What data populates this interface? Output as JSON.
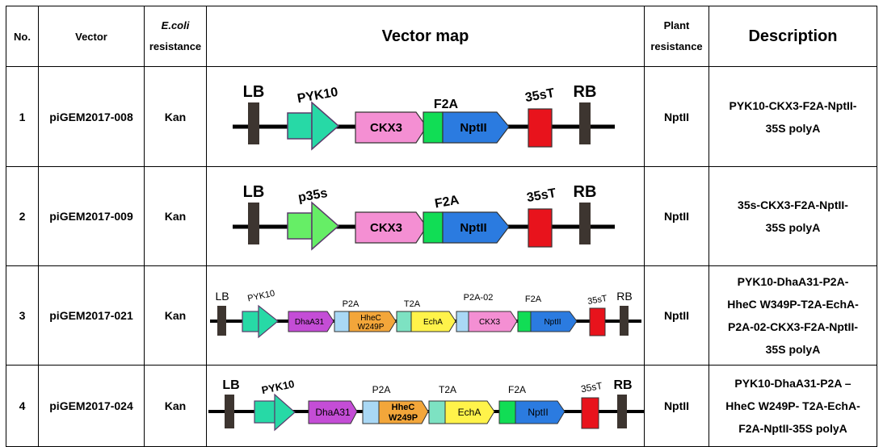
{
  "headers": {
    "no": "No.",
    "vector": "Vector",
    "ecoli_line1": "E.coli",
    "ecoli_line2": "resistance",
    "map": "Vector map",
    "plant_line1": "Plant",
    "plant_line2": "resistance",
    "description": "Description"
  },
  "rows": [
    {
      "no": "1",
      "vector": "piGEM2017-008",
      "ecoli": "Kan",
      "plant": "NptII",
      "desc": [
        "PYK10-CKX3-F2A-NptII-",
        "35S polyA"
      ],
      "map": {
        "lb": "LB",
        "rb": "RB",
        "promoter": "PYK10",
        "terminator": "35sT",
        "elements": [
          "CKX3",
          "F2A",
          "NptII"
        ]
      }
    },
    {
      "no": "2",
      "vector": "piGEM2017-009",
      "ecoli": "Kan",
      "plant": "NptII",
      "desc": [
        "35s-CKX3-F2A-NptII-",
        "35S polyA"
      ],
      "map": {
        "lb": "LB",
        "rb": "RB",
        "promoter": "p35s",
        "terminator": "35sT",
        "elements": [
          "CKX3",
          "F2A",
          "NptII"
        ]
      }
    },
    {
      "no": "3",
      "vector": "piGEM2017-021",
      "ecoli": "Kan",
      "plant": "NptII",
      "desc": [
        "PYK10-DhaA31-P2A-",
        "HheC W349P-T2A-EchA-",
        "P2A-02-CKX3-F2A-NptII-",
        "35S polyA"
      ],
      "map": {
        "lb": "LB",
        "rb": "RB",
        "promoter": "PYK10",
        "terminator": "35sT",
        "elements": [
          "DhaA31",
          "P2A",
          "HheC",
          "W249P",
          "T2A",
          "EchA",
          "P2A-02",
          "CKX3",
          "F2A",
          "NptII"
        ]
      }
    },
    {
      "no": "4",
      "vector": "piGEM2017-024",
      "ecoli": "Kan",
      "plant": "NptII",
      "desc": [
        "PYK10-DhaA31-P2A –",
        "HheC W249P- T2A-EchA-",
        "F2A-NptII-35S polyA"
      ],
      "map": {
        "lb": "LB",
        "rb": "RB",
        "promoter": "PYK10",
        "terminator": "35sT",
        "elements": [
          "DhaA31",
          "P2A",
          "HheC",
          "W249P",
          "T2A",
          "EchA",
          "F2A",
          "NptII"
        ]
      }
    }
  ],
  "colors": {
    "backbone": "#000000",
    "border_box": "#3d3530",
    "pyk10": "#27d9a6",
    "p35s": "#66ee66",
    "ckx3": "#f48fd3",
    "f2a": "#11dd55",
    "nptii": "#2b7be0",
    "terminator": "#e8131c",
    "dhaa31": "#c44dd6",
    "p2a": "#a9d8f5",
    "hhec": "#f3a63a",
    "t2a": "#7de2c2",
    "echa": "#fff34a"
  }
}
